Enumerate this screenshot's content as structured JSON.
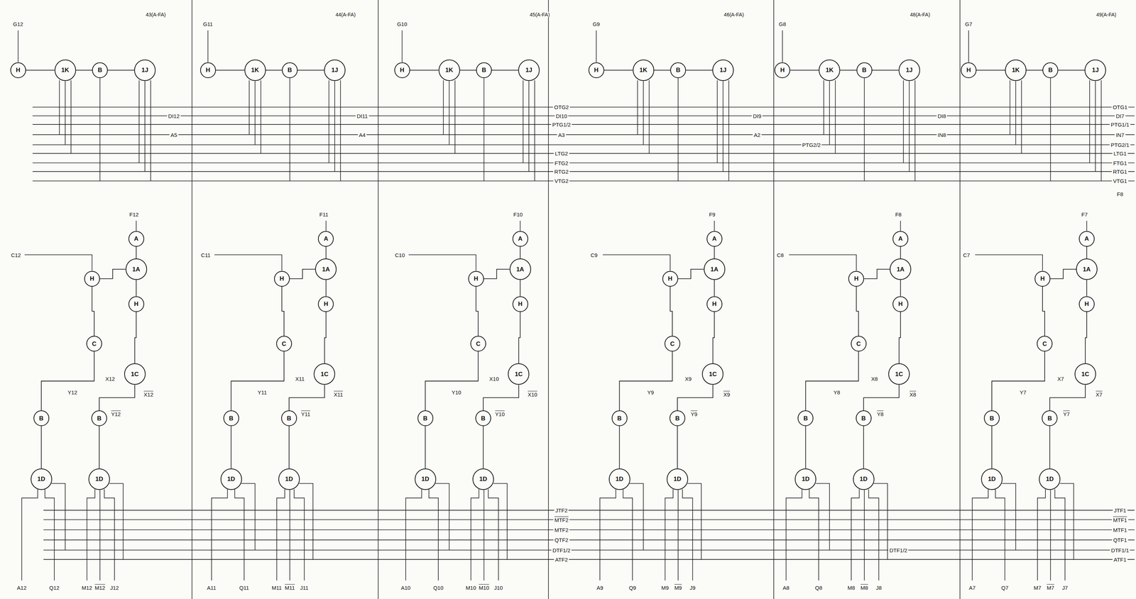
{
  "diagram": {
    "nodes": [
      {
        "text": [
          "H"
        ]
      },
      {
        "text": [
          "1K"
        ]
      },
      {
        "text": [
          "B"
        ]
      },
      {
        "text": [
          "1J"
        ]
      },
      {
        "text": [
          "A"
        ]
      },
      {
        "text": [
          "1A"
        ]
      },
      {
        "text": [
          "H"
        ]
      },
      {
        "text": [
          "H"
        ]
      },
      {
        "text": [
          "C"
        ]
      },
      {
        "text": [
          "1C"
        ]
      },
      {
        "text": [
          "B"
        ]
      },
      {
        "text": [
          "B"
        ]
      },
      {
        "text": [
          "1D"
        ]
      },
      {
        "text": [
          "1D"
        ]
      },
      {
        "text": [
          "H"
        ]
      },
      {
        "text": [
          "1K"
        ]
      },
      {
        "text": [
          "B"
        ]
      },
      {
        "text": [
          "1J"
        ]
      },
      {
        "text": [
          "A"
        ]
      },
      {
        "text": [
          "1A"
        ]
      },
      {
        "text": [
          "H"
        ]
      },
      {
        "text": [
          "H"
        ]
      },
      {
        "text": [
          "C"
        ]
      },
      {
        "text": [
          "1C"
        ]
      },
      {
        "text": [
          "B"
        ]
      },
      {
        "text": [
          "B"
        ]
      },
      {
        "text": [
          "1D"
        ]
      },
      {
        "text": [
          "1D"
        ]
      },
      {
        "text": [
          "H"
        ]
      },
      {
        "text": [
          "1K"
        ]
      },
      {
        "text": [
          "B"
        ]
      },
      {
        "text": [
          "1J"
        ]
      },
      {
        "text": [
          "A"
        ]
      },
      {
        "text": [
          "1A"
        ]
      },
      {
        "text": [
          "H"
        ]
      },
      {
        "text": [
          "H"
        ]
      },
      {
        "text": [
          "C"
        ]
      },
      {
        "text": [
          "1C"
        ]
      },
      {
        "text": [
          "B"
        ]
      },
      {
        "text": [
          "B"
        ]
      },
      {
        "text": [
          "1D"
        ]
      },
      {
        "text": [
          "1D"
        ]
      },
      {
        "text": [
          "H"
        ]
      },
      {
        "text": [
          "1K"
        ]
      },
      {
        "text": [
          "B"
        ]
      },
      {
        "text": [
          "1J"
        ]
      },
      {
        "text": [
          "A"
        ]
      },
      {
        "text": [
          "1A"
        ]
      },
      {
        "text": [
          "H"
        ]
      },
      {
        "text": [
          "H"
        ]
      },
      {
        "text": [
          "C"
        ]
      },
      {
        "text": [
          "1C"
        ]
      },
      {
        "text": [
          "B"
        ]
      },
      {
        "text": [
          "B"
        ]
      },
      {
        "text": [
          "1D"
        ]
      },
      {
        "text": [
          "1D"
        ]
      },
      {
        "text": [
          "H"
        ]
      },
      {
        "text": [
          "1K"
        ]
      },
      {
        "text": [
          "B"
        ]
      },
      {
        "text": [
          "1J"
        ]
      },
      {
        "text": [
          "A"
        ]
      },
      {
        "text": [
          "1A"
        ]
      },
      {
        "text": [
          "H"
        ]
      },
      {
        "text": [
          "H"
        ]
      },
      {
        "text": [
          "C"
        ]
      },
      {
        "text": [
          "1C"
        ]
      },
      {
        "text": [
          "B"
        ]
      },
      {
        "text": [
          "B"
        ]
      },
      {
        "text": [
          "1D"
        ]
      },
      {
        "text": [
          "1D"
        ]
      },
      {
        "text": [
          "H"
        ]
      },
      {
        "text": [
          "1K"
        ]
      },
      {
        "text": [
          "B"
        ]
      },
      {
        "text": [
          "1J"
        ]
      },
      {
        "text": [
          "A"
        ]
      },
      {
        "text": [
          "1A"
        ]
      },
      {
        "text": [
          "H"
        ]
      },
      {
        "text": [
          "H"
        ]
      },
      {
        "text": [
          "C"
        ]
      },
      {
        "text": [
          "1C"
        ]
      },
      {
        "text": [
          "B"
        ]
      },
      {
        "text": [
          "B"
        ]
      },
      {
        "text": [
          "1D"
        ]
      },
      {
        "text": [
          "1D"
        ]
      }
    ],
    "edges": [
      {
        "from": 1,
        "to": 0,
        "arrow": "none"
      },
      {
        "from": 2,
        "to": 1,
        "arrow": "none"
      },
      {
        "from": 2,
        "to": 3,
        "arrow": "none"
      },
      {
        "from": 4,
        "to": 5,
        "arrow": "none"
      },
      {
        "from": 6,
        "to": 5,
        "arrow": "none"
      },
      {
        "from": 5,
        "to": 7,
        "arrow": "none"
      },
      {
        "from": 7,
        "to": 9,
        "arrow": "none"
      },
      {
        "from": 8,
        "to": 6,
        "arrow": "none"
      },
      {
        "from": 10,
        "to": 8,
        "arrow": "none"
      },
      {
        "from": 11,
        "to": 9,
        "arrow": "none"
      },
      {
        "from": 12,
        "to": 10,
        "arrow": "none"
      },
      {
        "from": 13,
        "to": 11,
        "arrow": "none"
      },
      {
        "from": 15,
        "to": 14,
        "arrow": "none"
      },
      {
        "from": 16,
        "to": 15,
        "arrow": "none"
      },
      {
        "from": 16,
        "to": 17,
        "arrow": "none"
      },
      {
        "from": 18,
        "to": 19,
        "arrow": "none"
      },
      {
        "from": 20,
        "to": 19,
        "arrow": "none"
      },
      {
        "from": 19,
        "to": 21,
        "arrow": "none"
      },
      {
        "from": 21,
        "to": 23,
        "arrow": "none"
      },
      {
        "from": 22,
        "to": 20,
        "arrow": "none"
      },
      {
        "from": 24,
        "to": 22,
        "arrow": "none"
      },
      {
        "from": 25,
        "to": 23,
        "arrow": "none"
      },
      {
        "from": 26,
        "to": 24,
        "arrow": "none"
      },
      {
        "from": 27,
        "to": 25,
        "arrow": "none"
      },
      {
        "from": 29,
        "to": 28,
        "arrow": "none"
      },
      {
        "from": 30,
        "to": 29,
        "arrow": "none"
      },
      {
        "from": 30,
        "to": 31,
        "arrow": "none"
      },
      {
        "from": 32,
        "to": 33,
        "arrow": "none"
      },
      {
        "from": 34,
        "to": 33,
        "arrow": "none"
      },
      {
        "from": 33,
        "to": 35,
        "arrow": "none"
      },
      {
        "from": 35,
        "to": 37,
        "arrow": "none"
      },
      {
        "from": 36,
        "to": 34,
        "arrow": "none"
      },
      {
        "from": 38,
        "to": 36,
        "arrow": "none"
      },
      {
        "from": 39,
        "to": 37,
        "arrow": "none"
      },
      {
        "from": 40,
        "to": 38,
        "arrow": "none"
      },
      {
        "from": 41,
        "to": 39,
        "arrow": "none"
      },
      {
        "from": 43,
        "to": 42,
        "arrow": "none"
      },
      {
        "from": 44,
        "to": 43,
        "arrow": "none"
      },
      {
        "from": 44,
        "to": 45,
        "arrow": "none"
      },
      {
        "from": 46,
        "to": 47,
        "arrow": "none"
      },
      {
        "from": 48,
        "to": 47,
        "arrow": "none"
      },
      {
        "from": 47,
        "to": 49,
        "arrow": "none"
      },
      {
        "from": 49,
        "to": 51,
        "arrow": "none"
      },
      {
        "from": 50,
        "to": 48,
        "arrow": "none"
      },
      {
        "from": 52,
        "to": 50,
        "arrow": "none"
      },
      {
        "from": 53,
        "to": 51,
        "arrow": "none"
      },
      {
        "from": 54,
        "to": 52,
        "arrow": "none"
      },
      {
        "from": 55,
        "to": 53,
        "arrow": "none"
      },
      {
        "from": 57,
        "to": 56,
        "arrow": "none"
      },
      {
        "from": 58,
        "to": 57,
        "arrow": "none"
      },
      {
        "from": 58,
        "to": 59,
        "arrow": "none"
      },
      {
        "from": 60,
        "to": 61,
        "arrow": "none"
      },
      {
        "from": 62,
        "to": 61,
        "arrow": "none"
      },
      {
        "from": 61,
        "to": 63,
        "arrow": "none"
      },
      {
        "from": 63,
        "to": 65,
        "arrow": "none"
      },
      {
        "from": 64,
        "to": 62,
        "arrow": "none"
      },
      {
        "from": 66,
        "to": 64,
        "arrow": "none"
      },
      {
        "from": 67,
        "to": 65,
        "arrow": "none"
      },
      {
        "from": 68,
        "to": 66,
        "arrow": "none"
      },
      {
        "from": 69,
        "to": 67,
        "arrow": "none"
      },
      {
        "from": 71,
        "to": 70,
        "arrow": "none"
      },
      {
        "from": 72,
        "to": 71,
        "arrow": "none"
      },
      {
        "from": 72,
        "to": 73,
        "arrow": "none"
      },
      {
        "from": 74,
        "to": 75,
        "arrow": "none"
      },
      {
        "from": 76,
        "to": 75,
        "arrow": "none"
      },
      {
        "from": 75,
        "to": 77,
        "arrow": "none"
      },
      {
        "from": 77,
        "to": 79,
        "arrow": "none"
      },
      {
        "from": 78,
        "to": 76,
        "arrow": "none"
      },
      {
        "from": 80,
        "to": 78,
        "arrow": "none"
      },
      {
        "from": 81,
        "to": 79,
        "arrow": "none"
      },
      {
        "from": 82,
        "to": 80,
        "arrow": "none"
      },
      {
        "from": 83,
        "to": 81,
        "arrow": "none"
      }
    ],
    "labels": [
      "43(A-FA)",
      "G12",
      "F12",
      "C12",
      "X12",
      "Y12",
      "Y12",
      "X12",
      "A12",
      "Q12",
      "M12",
      "M12",
      "J12",
      "44(A-FA)",
      "G11",
      "F11",
      "C11",
      "X11",
      "Y11",
      "Y11",
      "X11",
      "A11",
      "Q11",
      "M11",
      "M11",
      "J11",
      "45(A-FA)",
      "G10",
      "F10",
      "C10",
      "X10",
      "Y10",
      "Y10",
      "X10",
      "A10",
      "Q10",
      "M10",
      "M10",
      "J10",
      "46(A-FA)",
      "G9",
      "F9",
      "C9",
      "X9",
      "Y9",
      "Y9",
      "X9",
      "A9",
      "Q9",
      "M9",
      "M9",
      "J9",
      "48(A-FA)",
      "G8",
      "F8",
      "C8",
      "X8",
      "Y8",
      "Y8",
      "X8",
      "A8",
      "Q8",
      "M8",
      "M8",
      "J8",
      "49(A-FA)",
      "G7",
      "F7",
      "C7",
      "X7",
      "Y7",
      "Y7",
      "X7",
      "A7",
      "Q7",
      "M7",
      "M7",
      "J7",
      "OTG2",
      "DI10",
      "PTG1/2",
      "A3",
      "LTG2",
      "FTG2",
      "RTG2",
      "VTG2",
      "JTF2",
      "MTF2",
      "MTF2",
      "QTF2",
      "DTF1/2",
      "ATF2",
      "OTG1",
      "DI7",
      "PTG1/1",
      "IN7",
      "PTG2/1",
      "LTG1",
      "FTG1",
      "RTG1",
      "VTG1",
      "F8",
      "JTF1",
      "MTF1",
      "MTF1",
      "QTF1",
      "DTF1/1",
      "ATF1",
      "DI12",
      "A5",
      "DI11",
      "A4",
      "DI9",
      "A2",
      "PTG2/2",
      "DI8",
      "IN8",
      "DTF1/2"
    ]
  }
}
